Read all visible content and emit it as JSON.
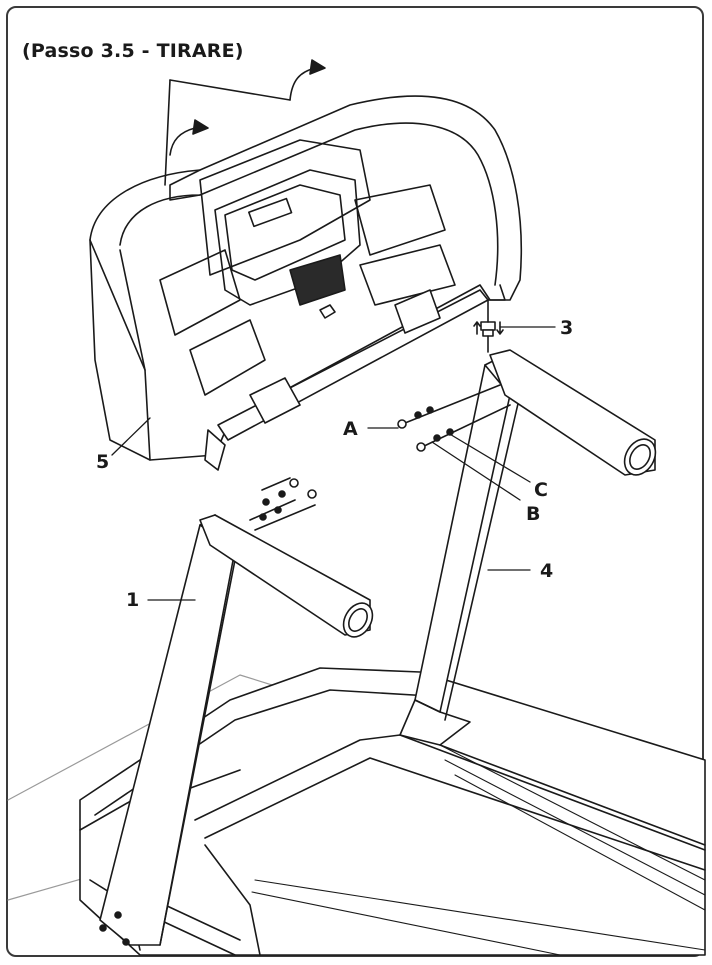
{
  "diagram": {
    "title": "(Passo 3.5 - TIRARE)",
    "callouts": {
      "part_1": "1",
      "part_3": "3",
      "part_4": "4",
      "part_5": "5",
      "hardware_a": "A",
      "hardware_b": "B",
      "hardware_c": "C"
    }
  },
  "colors": {
    "line": "#1a1a1a",
    "floor_line": "#9a9a9a",
    "fill_light": "#ffffff",
    "fill_dark": "#2a2a2a"
  }
}
